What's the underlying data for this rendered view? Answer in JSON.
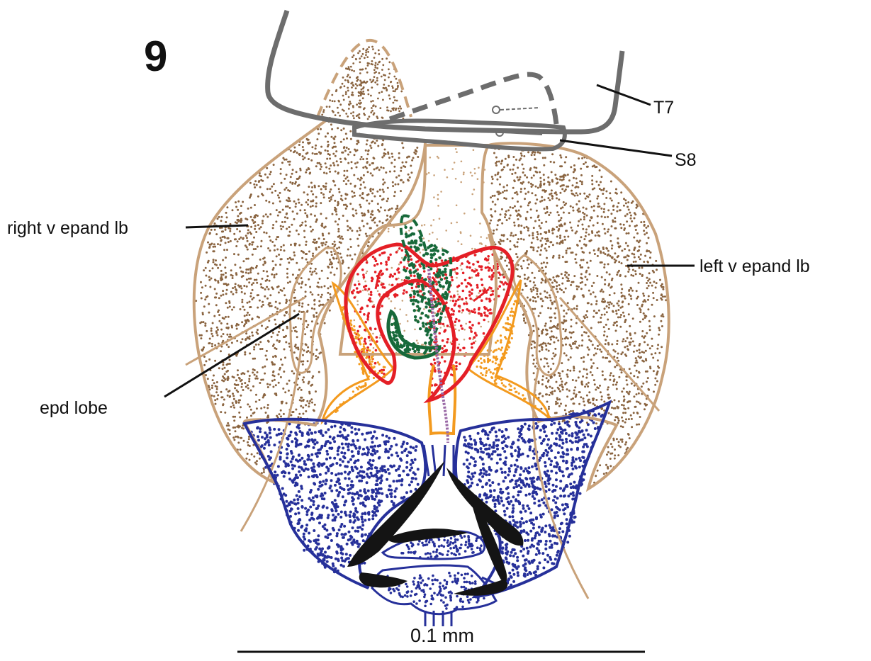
{
  "figure": {
    "number": "9",
    "scale_bar_label": "0.1 mm"
  },
  "labels": {
    "t7": "T7",
    "s8": "S8",
    "right_v_epand_lb": "right v epand lb",
    "left_v_epand_lb": "left v epand lb",
    "epd_lobe": "epd lobe"
  },
  "colors": {
    "tan_outline": "#c9a27a",
    "tan_stipple": "#8a6440",
    "gray_sclerite": "#6d6d6d",
    "red_structure": "#e41f26",
    "green_structure": "#17693a",
    "orange_structure": "#f39a1e",
    "blue_structure": "#26309a",
    "purple_duct": "#9a6aa6",
    "black_sclerite": "#141414"
  }
}
